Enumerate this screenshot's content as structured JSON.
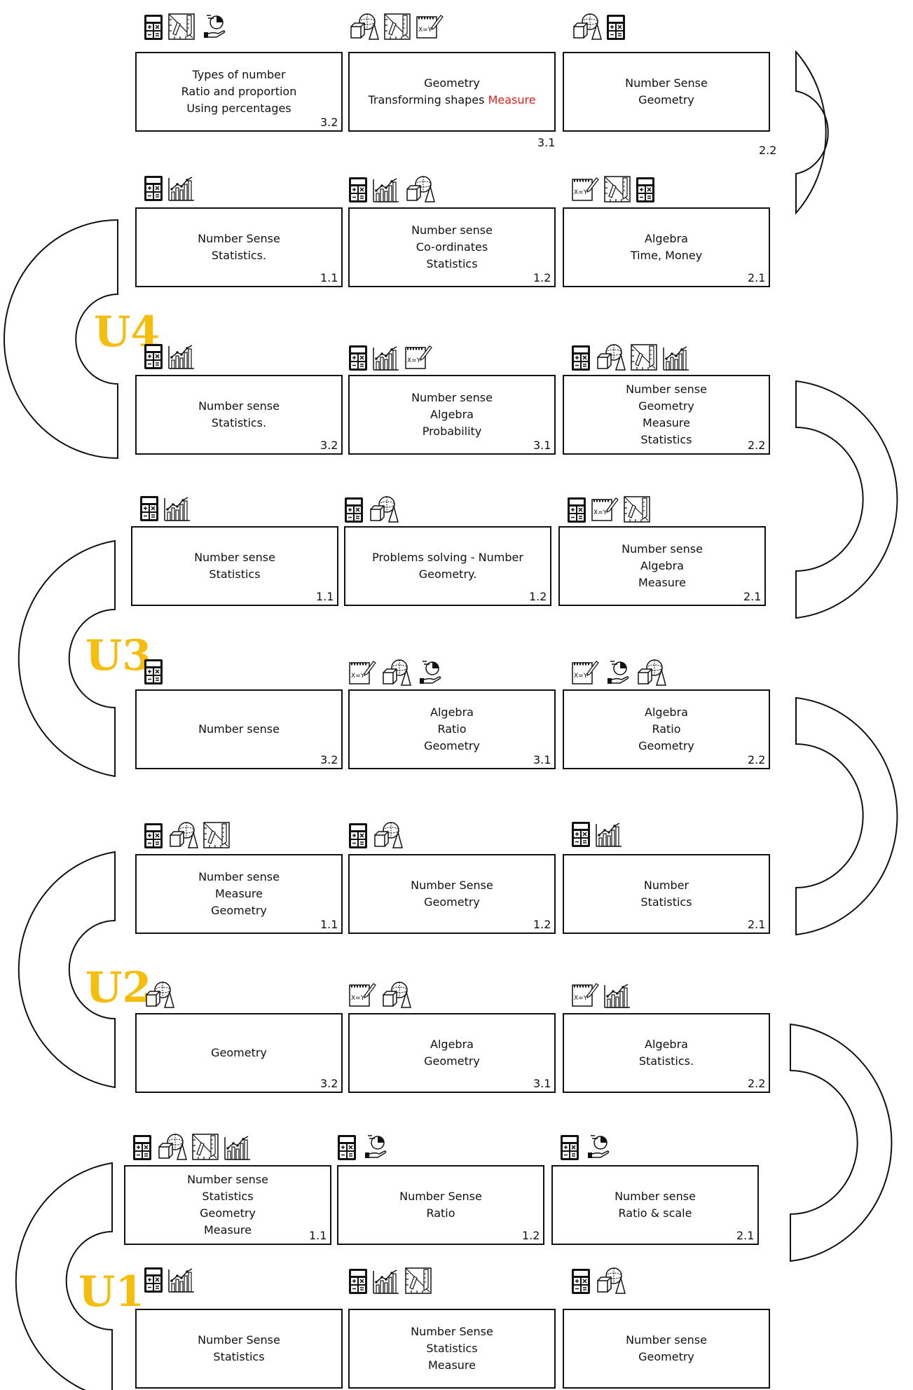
{
  "units": [
    {
      "label": "U1"
    },
    {
      "label": "U2"
    },
    {
      "label": "U3"
    },
    {
      "label": "U4"
    }
  ],
  "boxes": [
    {
      "id": "r1c1",
      "lines": [
        "Types of number",
        "Ratio and proportion",
        "Using percentages"
      ],
      "code": "3.2",
      "icons": [
        "calculator-icon",
        "measure-icon",
        "ratio-icon"
      ]
    },
    {
      "id": "r1c2",
      "lines": [
        "Geometry",
        "Transforming shapes"
      ],
      "highlight": "Measure",
      "code": "3.1",
      "icons": [
        "geometry-icon",
        "measure-icon",
        "algebra-icon"
      ]
    },
    {
      "id": "r1c3",
      "lines": [
        "Number Sense",
        "Geometry"
      ],
      "code": "2.2",
      "icons": [
        "geometry-icon",
        "calculator-icon"
      ]
    },
    {
      "id": "r2c1",
      "lines": [
        "Number Sense",
        "Statistics."
      ],
      "code": "1.1",
      "icons": [
        "calculator-icon",
        "statistics-icon"
      ]
    },
    {
      "id": "r2c2",
      "lines": [
        "Number sense",
        "Co-ordinates",
        "Statistics"
      ],
      "code": "1.2",
      "icons": [
        "calculator-icon",
        "statistics-icon",
        "geometry-icon"
      ]
    },
    {
      "id": "r2c3",
      "lines": [
        "Algebra",
        "Time, Money"
      ],
      "code": "2.1",
      "icons": [
        "algebra-icon",
        "measure-icon",
        "calculator-icon"
      ]
    },
    {
      "id": "r3c1",
      "lines": [
        "Number sense",
        "Statistics."
      ],
      "code": "3.2",
      "icons": [
        "calculator-icon",
        "statistics-icon"
      ]
    },
    {
      "id": "r3c2",
      "lines": [
        "Number sense",
        "Algebra",
        "Probability"
      ],
      "code": "3.1",
      "icons": [
        "calculator-icon",
        "statistics-icon",
        "algebra-icon"
      ]
    },
    {
      "id": "r3c3",
      "lines": [
        "Number sense",
        "Geometry",
        "Measure",
        "Statistics"
      ],
      "code": "2.2",
      "icons": [
        "calculator-icon",
        "geometry-icon",
        "measure-icon",
        "statistics-icon"
      ]
    },
    {
      "id": "r4c1",
      "lines": [
        "Number sense",
        "Statistics"
      ],
      "code": "1.1",
      "icons": [
        "calculator-icon",
        "statistics-icon"
      ]
    },
    {
      "id": "r4c2",
      "lines": [
        "Problems solving - Number",
        "Geometry."
      ],
      "code": "1.2",
      "icons": [
        "calculator-icon",
        "geometry-icon"
      ]
    },
    {
      "id": "r4c3",
      "lines": [
        "Number sense",
        "Algebra",
        "Measure"
      ],
      "code": "2.1",
      "icons": [
        "calculator-icon",
        "algebra-icon",
        "measure-icon"
      ]
    },
    {
      "id": "r5c1",
      "lines": [
        "Number sense"
      ],
      "code": "3.2",
      "icons": [
        "calculator-icon"
      ]
    },
    {
      "id": "r5c2",
      "lines": [
        "Algebra",
        "Ratio",
        "Geometry"
      ],
      "code": "3.1",
      "icons": [
        "algebra-icon",
        "geometry-icon",
        "ratio-icon"
      ]
    },
    {
      "id": "r5c3",
      "lines": [
        "Algebra",
        "Ratio",
        "Geometry"
      ],
      "code": "2.2",
      "icons": [
        "algebra-icon",
        "ratio-icon",
        "geometry-icon"
      ]
    },
    {
      "id": "r6c1",
      "lines": [
        "Number sense",
        "Measure",
        "Geometry"
      ],
      "code": "1.1",
      "icons": [
        "calculator-icon",
        "geometry-icon",
        "measure-icon"
      ]
    },
    {
      "id": "r6c2",
      "lines": [
        "Number Sense",
        "Geometry"
      ],
      "code": "1.2",
      "icons": [
        "calculator-icon",
        "geometry-icon"
      ]
    },
    {
      "id": "r6c3",
      "lines": [
        "Number",
        "Statistics"
      ],
      "code": "2.1",
      "icons": [
        "calculator-icon",
        "statistics-icon"
      ]
    },
    {
      "id": "r7c1",
      "lines": [
        "Geometry"
      ],
      "code": "3.2",
      "icons": [
        "geometry-icon"
      ]
    },
    {
      "id": "r7c2",
      "lines": [
        "Algebra",
        "Geometry"
      ],
      "code": "3.1",
      "icons": [
        "algebra-icon",
        "geometry-icon"
      ]
    },
    {
      "id": "r7c3",
      "lines": [
        "Algebra",
        "Statistics."
      ],
      "code": "2.2",
      "icons": [
        "algebra-icon",
        "statistics-icon"
      ]
    },
    {
      "id": "r8c1",
      "lines": [
        "Number sense",
        "Statistics",
        "Geometry",
        "Measure"
      ],
      "code": "1.1",
      "icons": [
        "calculator-icon",
        "geometry-icon",
        "measure-icon",
        "statistics-icon"
      ]
    },
    {
      "id": "r8c2",
      "lines": [
        "Number Sense",
        "Ratio"
      ],
      "code": "1.2",
      "icons": [
        "calculator-icon",
        "ratio-icon"
      ]
    },
    {
      "id": "r8c3",
      "lines": [
        "Number sense",
        "Ratio & scale"
      ],
      "code": "2.1",
      "icons": [
        "calculator-icon",
        "ratio-icon"
      ]
    },
    {
      "id": "r9c1",
      "lines": [
        "Number Sense",
        "Statistics"
      ],
      "code": "",
      "icons": [
        "calculator-icon",
        "statistics-icon"
      ]
    },
    {
      "id": "r9c2",
      "lines": [
        "Number Sense",
        "Statistics",
        "Measure"
      ],
      "code": "",
      "icons": [
        "calculator-icon",
        "statistics-icon",
        "measure-icon"
      ]
    },
    {
      "id": "r9c3",
      "lines": [
        "Number sense",
        "Geometry"
      ],
      "code": "",
      "icons": [
        "calculator-icon",
        "geometry-icon"
      ]
    }
  ]
}
